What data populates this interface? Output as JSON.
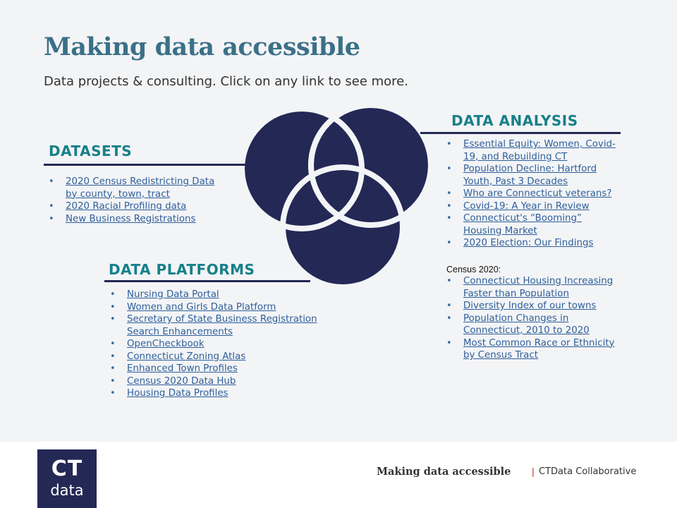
{
  "header": {
    "title": "Making data accessible",
    "subtitle": "Data projects & consulting. Click on any link to see more."
  },
  "datasets": {
    "heading": "DATASETS",
    "items": [
      {
        "line1": "2020 Census Redistricting Data",
        "line2": "by county, town, tract"
      },
      {
        "line1": "2020 Racial Profiling data",
        "line2": ""
      },
      {
        "line1": "New Business Registrations",
        "line2": ""
      }
    ]
  },
  "analysis": {
    "heading": "DATA ANALYSIS",
    "items": [
      {
        "line1": "Essential Equity: Women, Covid-",
        "line2": "19, and Rebuilding CT"
      },
      {
        "line1": "Population Decline: Hartford",
        "line2": "Youth, Past 3 Decades"
      },
      {
        "line1": "Who are Connecticut veterans?",
        "line2": ""
      },
      {
        "line1": "Covid-19: A Year in Review",
        "line2": ""
      },
      {
        "line1": "Connecticut's “Booming”",
        "line2": "Housing Market"
      },
      {
        "line1": "2020 Election: Our Findings",
        "line2": ""
      }
    ],
    "census_label": "Census 2020:",
    "census_items": [
      {
        "line1": "Connecticut Housing Increasing",
        "line2": "Faster than Population"
      },
      {
        "line1": "Diversity Index of our towns",
        "line2": ""
      },
      {
        "line1": "Population Changes in",
        "line2": "Connecticut, 2010 to 2020"
      },
      {
        "line1": "Most Common Race or Ethnicity",
        "line2": "by Census Tract"
      }
    ]
  },
  "platforms": {
    "heading": "DATA PLATFORMS",
    "items": [
      {
        "line1": "Nursing Data Portal",
        "line2": ""
      },
      {
        "line1": "Women and Girls Data Platform",
        "line2": ""
      },
      {
        "line1": "Secretary of State Business Registration",
        "line2": "Search Enhancements"
      },
      {
        "line1": "OpenCheckbook",
        "line2": ""
      },
      {
        "line1": "Connecticut Zoning Atlas",
        "line2": ""
      },
      {
        "line1": "Enhanced Town Profiles",
        "line2": ""
      },
      {
        "line1": "Census 2020 Data Hub",
        "line2": ""
      },
      {
        "line1": "Housing Data Profiles",
        "line2": ""
      }
    ]
  },
  "footer": {
    "logo_top": "CT",
    "logo_bottom": "data",
    "tagline": "Making data accessible",
    "separator": "|",
    "org": "CTData Collaborative"
  },
  "colors": {
    "navy": "#232855",
    "teal": "#16808a",
    "link": "#2e5f9a",
    "title": "#3a7088"
  }
}
